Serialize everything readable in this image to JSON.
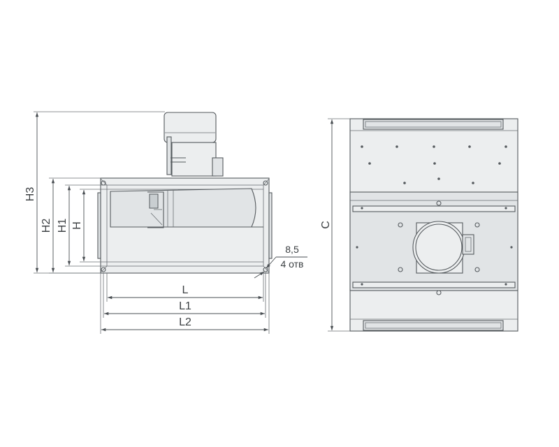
{
  "labels": {
    "h3": "H3",
    "h2": "H2",
    "h1": "H1",
    "h": "H",
    "l": "L",
    "l1": "L1",
    "l2": "L2",
    "c": "C",
    "hole_dia": "8,5",
    "hole_count": "4 отв"
  },
  "colors": {
    "line": "#555a5e",
    "dim": "#4a4f53",
    "text": "#3c4043",
    "panel_fill": "#eceeef"
  }
}
